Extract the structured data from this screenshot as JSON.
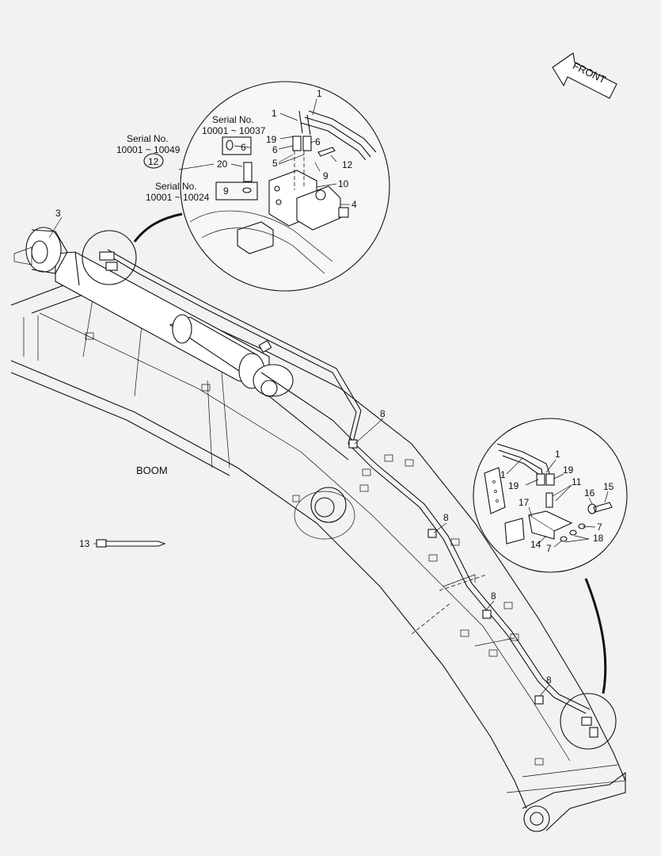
{
  "front_label": "FRONT",
  "boom_label": "BOOM",
  "serial_notes": [
    {
      "line1": "Serial No.",
      "line2": "10001 ~ 10037"
    },
    {
      "line1": "Serial No.",
      "line2": "10001 ~ 10049"
    },
    {
      "line1": "Serial No.",
      "line2": "10001 ~ 10024"
    }
  ],
  "circled_ref": "12",
  "callouts": {
    "top_detail": [
      "1",
      "1",
      "19",
      "6",
      "6",
      "6",
      "5",
      "9",
      "12",
      "20",
      "9",
      "10",
      "4"
    ],
    "right_detail": [
      "1",
      "1",
      "19",
      "19",
      "11",
      "15",
      "16",
      "17",
      "7",
      "14",
      "7",
      "18"
    ],
    "boom": [
      "3",
      "8",
      "8",
      "8",
      "8",
      "13"
    ]
  },
  "colors": {
    "line": "#111111",
    "background": "#f2f2f2"
  }
}
